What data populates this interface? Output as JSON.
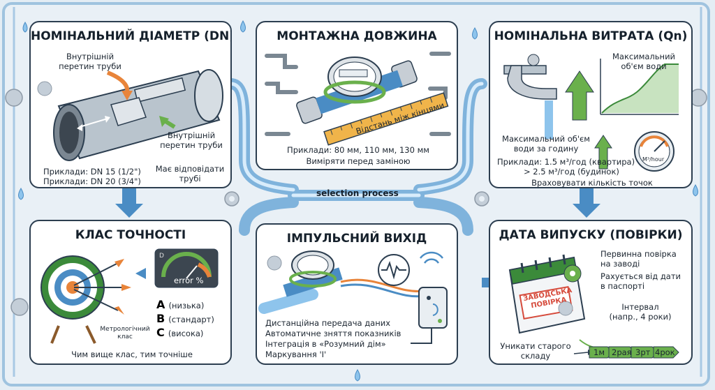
{
  "center": {
    "label": "selection process"
  },
  "panels": {
    "dn": {
      "title": "НОМІНАЛЬНИЙ ДІАМЕТР (DN)",
      "label_top": [
        "Внутрішній",
        "перетин труби"
      ],
      "label_right": [
        "Внутрішній",
        "перетин труби"
      ],
      "examples": [
        "Приклади: DN 15 (1/2\")",
        "Приклади: DN 20 (3/4\")"
      ],
      "note": [
        "Має відповідати",
        "трубі"
      ]
    },
    "length": {
      "title": "МОНТАЖНА ДОВЖИНА",
      "ruler_label": "Відстань між кінцями",
      "examples": "Приклади: 80 мм, 110 мм, 130 мм",
      "note": "Виміряти перед заміною"
    },
    "flow": {
      "title": "НОМІНАЛЬНА ВИТРАТА (Qn)",
      "chart_label": [
        "Максимальний",
        "об'єм води"
      ],
      "hourly": [
        "Максимальний об'єм",
        "води за годину"
      ],
      "gauge_unit": "M³/hour",
      "examples": [
        "Приклади: 1.5 м³/год (квартира)",
        "> 2.5 м³/год (будинок)"
      ],
      "note": "Враховувати кількість точок"
    },
    "accuracy": {
      "title": "КЛАС ТОЧНОСТІ",
      "gauge_label": "error %",
      "gauge_d": "D",
      "classes": [
        {
          "letter": "A",
          "text": "(низька)"
        },
        {
          "letter": "B",
          "text": "(стандарт)"
        },
        {
          "letter": "C",
          "text": "(висока)"
        }
      ],
      "metro": [
        "Метрологічний",
        "клас"
      ],
      "note": "Чим вище клас, тим точніше"
    },
    "pulse": {
      "title": "ІМПУЛЬСНИЙ ВИХІД",
      "lines": [
        "Дистанційна передача даних",
        "Автоматичне зняття показників",
        "Інтеграція в «Розумний дім»",
        "Маркування 'І'"
      ]
    },
    "date": {
      "title": "ДАТА ВИПУСКУ (ПОВІРКИ)",
      "stamp": [
        "ЗАВОДСЬКА",
        "ПОВІРКА"
      ],
      "factory": [
        "Первинна повірка",
        "на заводі"
      ],
      "counted": [
        "Рахується від дати",
        "в паспорті"
      ],
      "interval": [
        "Інтервал",
        "(напр., 4 роки)"
      ],
      "avoid": [
        "Уникати старого",
        "складу"
      ],
      "steps": [
        "1м",
        "2рая",
        "3рт",
        "4рок"
      ]
    }
  },
  "colors": {
    "pipe": "#8fc0e6",
    "pipe_dark": "#4a8cc4",
    "green": "#6ab04c",
    "orange": "#e8843a",
    "border": "#2c3e50"
  }
}
